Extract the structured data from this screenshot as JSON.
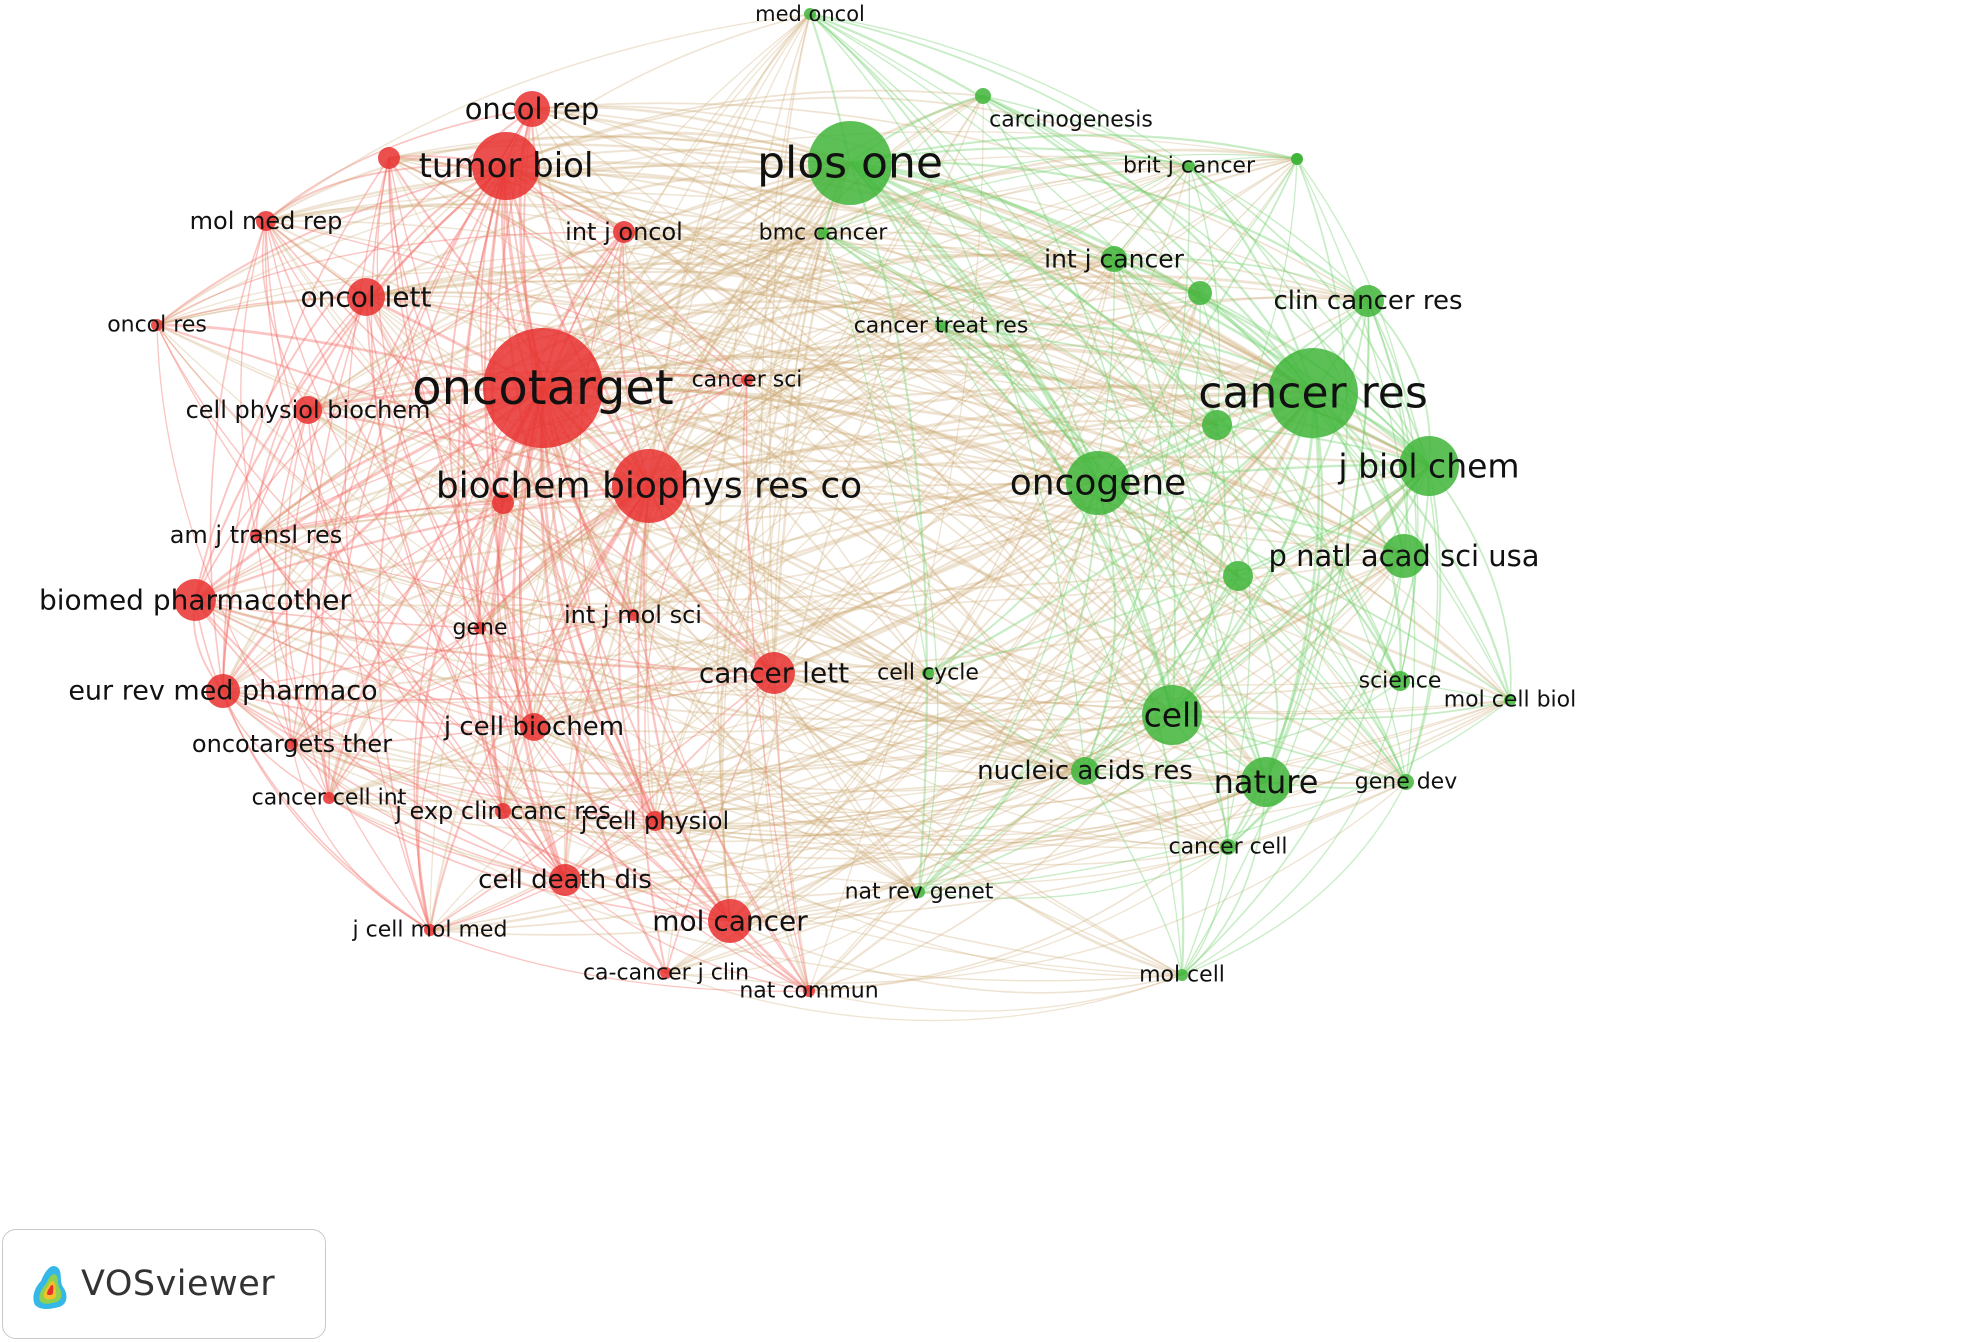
{
  "diagram": {
    "colors": {
      "red_node": "#e8302f",
      "red_edge": "#f2675e",
      "green_node": "#3fb53a",
      "green_edge": "#6fd06a",
      "mixed_edge": "#c9a46e",
      "label": "#111111"
    },
    "nodes": [
      {
        "id": "oncotarget",
        "label": "oncotarget",
        "cluster": "red",
        "weight": 10
      },
      {
        "id": "biochem",
        "label": "biochem biophys res co",
        "cluster": "red",
        "weight": 6
      },
      {
        "id": "tumorbiol",
        "label": "tumor biol",
        "cluster": "red",
        "weight": 5
      },
      {
        "id": "oncolrep",
        "label": "oncol rep",
        "cluster": "red",
        "weight": 3
      },
      {
        "id": "oncollett",
        "label": "oncol lett",
        "cluster": "red",
        "weight": 3
      },
      {
        "id": "canclett",
        "label": "cancer lett",
        "cluster": "red",
        "weight": 3
      },
      {
        "id": "molcancer",
        "label": "mol cancer",
        "cluster": "red",
        "weight": 3
      },
      {
        "id": "biomed",
        "label": "biomed pharmacother",
        "cluster": "red",
        "weight": 3
      },
      {
        "id": "eurrev",
        "label": "eur rev med pharmaco",
        "cluster": "red",
        "weight": 2.5
      },
      {
        "id": "cellphys",
        "label": "cell physiol biochem",
        "cluster": "red",
        "weight": 2
      },
      {
        "id": "cdd",
        "label": "cell death dis",
        "cluster": "red",
        "weight": 2
      },
      {
        "id": "jcb",
        "label": "j cell biochem",
        "cluster": "red",
        "weight": 1.8
      },
      {
        "id": "jcp",
        "label": "j cell physiol",
        "cluster": "red",
        "weight": 1.5
      },
      {
        "id": "molmedrep",
        "label": "mol med rep",
        "cluster": "red",
        "weight": 1.5
      },
      {
        "id": "intjoncol",
        "label": "int j oncol",
        "cluster": "red",
        "weight": 1.5
      },
      {
        "id": "nonamed",
        "label": "",
        "cluster": "red",
        "weight": 1.5
      },
      {
        "id": "amjtransl",
        "label": "am j transl res",
        "cluster": "red",
        "weight": 1
      },
      {
        "id": "gene",
        "label": "gene",
        "cluster": "red",
        "weight": 1
      },
      {
        "id": "intjmolsci",
        "label": "int j mol sci",
        "cluster": "red",
        "weight": 1
      },
      {
        "id": "oncotargets",
        "label": "oncotargets ther",
        "cluster": "red",
        "weight": 1
      },
      {
        "id": "cancercellint",
        "label": "cancer cell int",
        "cluster": "red",
        "weight": 1
      },
      {
        "id": "jexp",
        "label": "j exp clin canc res",
        "cluster": "red",
        "weight": 1.2
      },
      {
        "id": "jcmm",
        "label": "j cell mol med",
        "cluster": "red",
        "weight": 1
      },
      {
        "id": "cacj",
        "label": "ca-cancer j clin",
        "cluster": "red",
        "weight": 1
      },
      {
        "id": "natcommun",
        "label": "nat commun",
        "cluster": "red",
        "weight": 1
      },
      {
        "id": "oncolres",
        "label": "oncol res",
        "cluster": "red",
        "weight": 1
      },
      {
        "id": "cancersci",
        "label": "cancer sci",
        "cluster": "red",
        "weight": 1
      },
      {
        "id": "redsmall",
        "label": "",
        "cluster": "red",
        "weight": 1.4
      },
      {
        "id": "plosone",
        "label": "plos one",
        "cluster": "green",
        "weight": 7
      },
      {
        "id": "cancerres",
        "label": "cancer res",
        "cluster": "green",
        "weight": 8
      },
      {
        "id": "oncogene",
        "label": "oncogene",
        "cluster": "green",
        "weight": 5
      },
      {
        "id": "jbiolchem",
        "label": "j biol chem",
        "cluster": "green",
        "weight": 4
      },
      {
        "id": "cell",
        "label": "cell",
        "cluster": "green",
        "weight": 4
      },
      {
        "id": "nature",
        "label": "nature",
        "cluster": "green",
        "weight": 3.5
      },
      {
        "id": "pnas",
        "label": "p natl acad sci usa",
        "cluster": "green",
        "weight": 3
      },
      {
        "id": "clincancer",
        "label": "clin cancer res",
        "cluster": "green",
        "weight": 2
      },
      {
        "id": "intjcancer",
        "label": "int j cancer",
        "cluster": "green",
        "weight": 1.8
      },
      {
        "id": "nucleic",
        "label": "nucleic acids res",
        "cluster": "green",
        "weight": 1.8
      },
      {
        "id": "britj",
        "label": "brit j cancer",
        "cluster": "green",
        "weight": 1
      },
      {
        "id": "carcino",
        "label": "carcinogenesis",
        "cluster": "green",
        "weight": 1
      },
      {
        "id": "bmc",
        "label": "bmc cancer",
        "cluster": "green",
        "weight": 1
      },
      {
        "id": "medoncol",
        "label": "med oncol",
        "cluster": "green",
        "weight": 1
      },
      {
        "id": "cancertreat",
        "label": "cancer treat res",
        "cluster": "green",
        "weight": 1
      },
      {
        "id": "cellcycle",
        "label": "cell cycle",
        "cluster": "green",
        "weight": 1
      },
      {
        "id": "science",
        "label": "science",
        "cluster": "green",
        "weight": 1.4
      },
      {
        "id": "molcellbiol",
        "label": "mol cell biol",
        "cluster": "green",
        "weight": 1
      },
      {
        "id": "genedev",
        "label": "gene dev",
        "cluster": "green",
        "weight": 1.2
      },
      {
        "id": "cancercell",
        "label": "cancer cell",
        "cluster": "green",
        "weight": 1.2
      },
      {
        "id": "natrevgenet",
        "label": "nat rev genet",
        "cluster": "green",
        "weight": 1
      },
      {
        "id": "molcell",
        "label": "mol cell",
        "cluster": "green",
        "weight": 1
      },
      {
        "id": "g1",
        "label": "",
        "cluster": "green",
        "weight": 1.8
      },
      {
        "id": "g2",
        "label": "",
        "cluster": "green",
        "weight": 1.8
      },
      {
        "id": "g3",
        "label": "",
        "cluster": "green",
        "weight": 1.4
      }
    ]
  },
  "footer": {
    "logo_text": "VOSviewer"
  }
}
